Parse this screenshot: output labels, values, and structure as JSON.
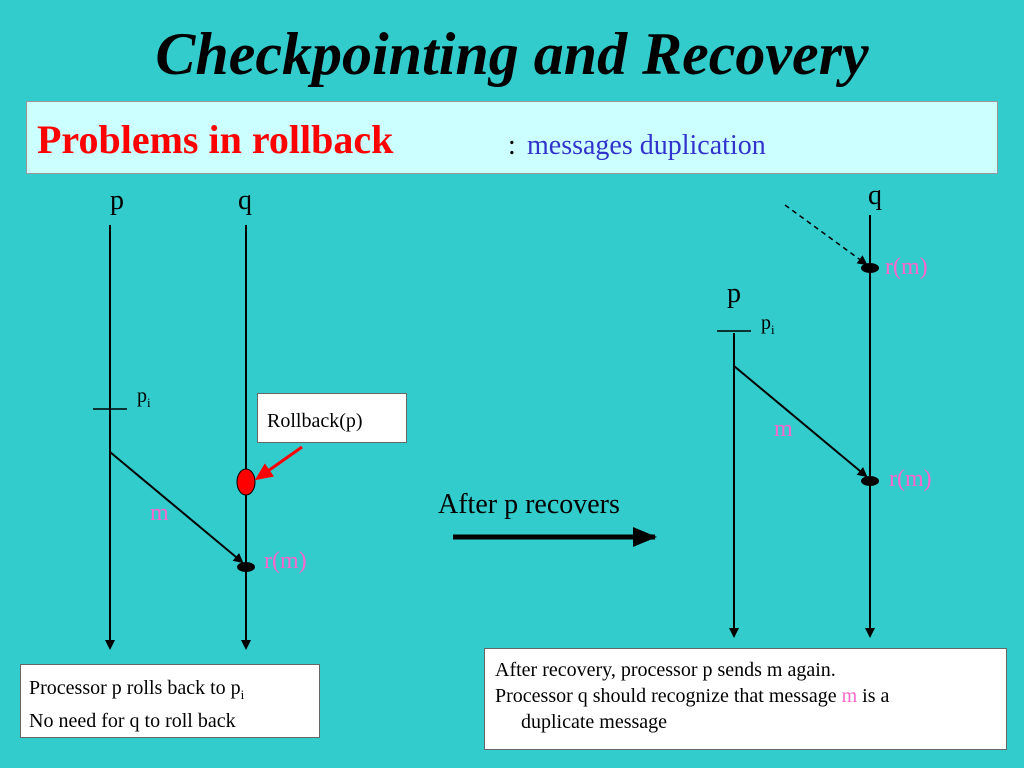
{
  "title": "Checkpointing and Recovery",
  "subtitle": {
    "main": "Problems in rollback",
    "separator": ":",
    "detail": "messages duplication"
  },
  "left_diagram": {
    "process_p": "p",
    "process_q": "q",
    "checkpoint_label": "p",
    "checkpoint_sub": "i",
    "message_label": "m",
    "receive_label": "r(m)",
    "rollback_label": "Rollback(p)"
  },
  "transition": {
    "label": "After p recovers"
  },
  "right_diagram": {
    "process_p": "p",
    "process_q": "q",
    "checkpoint_label": "p",
    "checkpoint_sub": "i",
    "message_label": "m",
    "receive_label_top": "r(m)",
    "receive_label_bottom": "r(m)"
  },
  "left_note": {
    "line1": "Processor p rolls back to p",
    "line1_sub": "i",
    "line2": "No need for q to  roll back"
  },
  "right_note": {
    "line1": "After recovery, processor p sends m again.",
    "line2_pre": "Processor q should recognize that message ",
    "line2_highlight": "m",
    "line2_post": " is a",
    "line3": "duplicate message"
  },
  "colors": {
    "background": "#33CCCC",
    "subtitle_bg": "#CCFFFF",
    "subtitle_main": "#FF0000",
    "subtitle_detail": "#3333CC",
    "highlight": "#FF66CC",
    "rollback_marker": "#FF0000"
  }
}
